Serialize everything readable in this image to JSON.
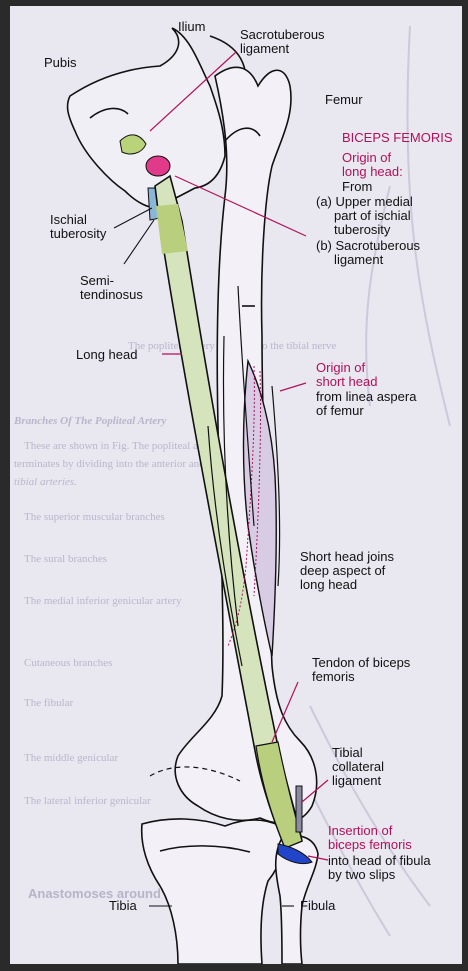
{
  "labels": {
    "pubis": "Pubis",
    "ilium": "Ilium",
    "sacrotuberous_ligament": "Sacrotuberous\nligament",
    "femur": "Femur",
    "biceps_femoris": "BICEPS FEMORIS",
    "origin_long_head_title": "Origin of\nlong head:",
    "origin_long_head_from": "From",
    "origin_long_head_a": "(a) Upper medial\n     part of ischial\n     tuberosity",
    "origin_long_head_b": "(b) Sacrotuberous\n     ligament",
    "ischial_tuberosity": "Ischial\ntuberosity",
    "semitendinosus": "Semi-\ntendinosus",
    "long_head": "Long head",
    "origin_short_head_title": "Origin of\nshort head",
    "origin_short_head_desc": "from linea aspera\nof femur",
    "short_head_joins": "Short head joins\ndeep aspect of\nlong head",
    "tendon_biceps": "Tendon of biceps\nfemoris",
    "tibial_collateral": "Tibial\ncollateral\nligament",
    "insertion_title": "Insertion of\nbiceps femoris",
    "insertion_desc": "into head of fibula\nby two slips",
    "tibia": "Tibia",
    "fibula": "Fibula"
  },
  "background_text": {
    "heading": "Anastomoses around the knee joint",
    "lines": [
      "The popliteal artery lies deep to the tibial nerve",
      "Branches Of The Popliteal Artery",
      "These are shown in Fig. The popliteal artery",
      "terminates by dividing into the anterior and posterior",
      "tibial arteries.",
      "The superior muscular branches",
      "The sural branches",
      "The medial inferior genicular artery",
      "Cutaneous branches",
      "The fibular",
      "The middle genicular",
      "The lateral inferior genicular"
    ]
  },
  "colors": {
    "accent_pink": "#b0125b",
    "muscle_green": "#c8d9a2",
    "tendon_green": "#b9cf7e",
    "origin_pink": "#e23a8a",
    "insertion_blue": "#2244c8",
    "short_head_purple": "#c9b4dc",
    "page_bg": "#e9e7f0"
  }
}
